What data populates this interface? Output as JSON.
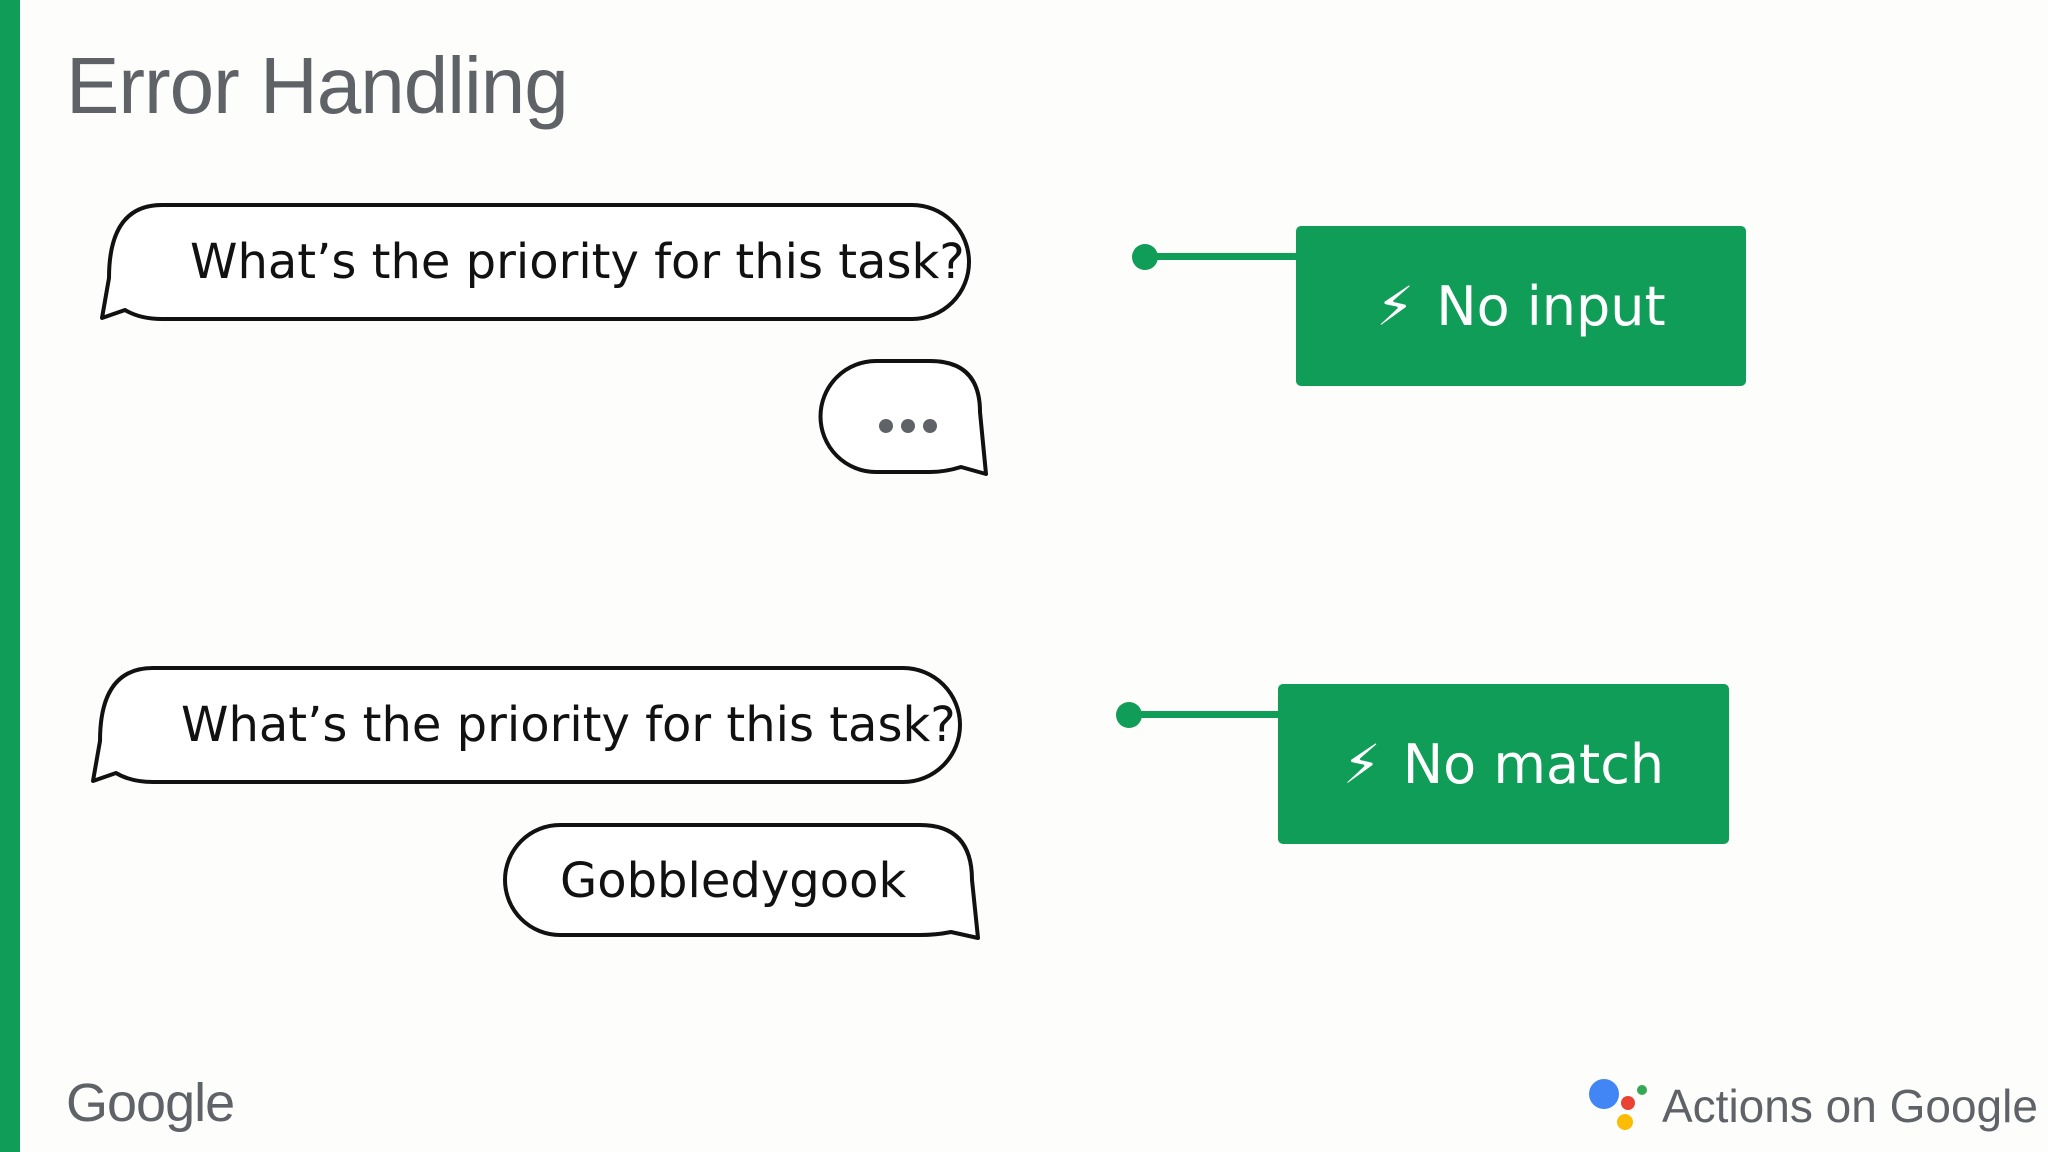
{
  "slide": {
    "title": "Error Handling",
    "accent_color": "#0f9d58"
  },
  "scenarios": [
    {
      "prompt": "What’s the priority for this task?",
      "response": "...",
      "response_icon": "typing-dots-icon",
      "error_label": "No input",
      "error_icon": "lightning-bolt-icon",
      "error_icon_glyph": "⚡"
    },
    {
      "prompt": "What’s the priority for this task?",
      "response": "Gobbledygook",
      "error_label": "No match",
      "error_icon": "lightning-bolt-icon",
      "error_icon_glyph": "⚡"
    }
  ],
  "footer": {
    "google_logo": "Google",
    "product_icon": "google-assistant-icon",
    "product_name": "Actions on Google"
  }
}
